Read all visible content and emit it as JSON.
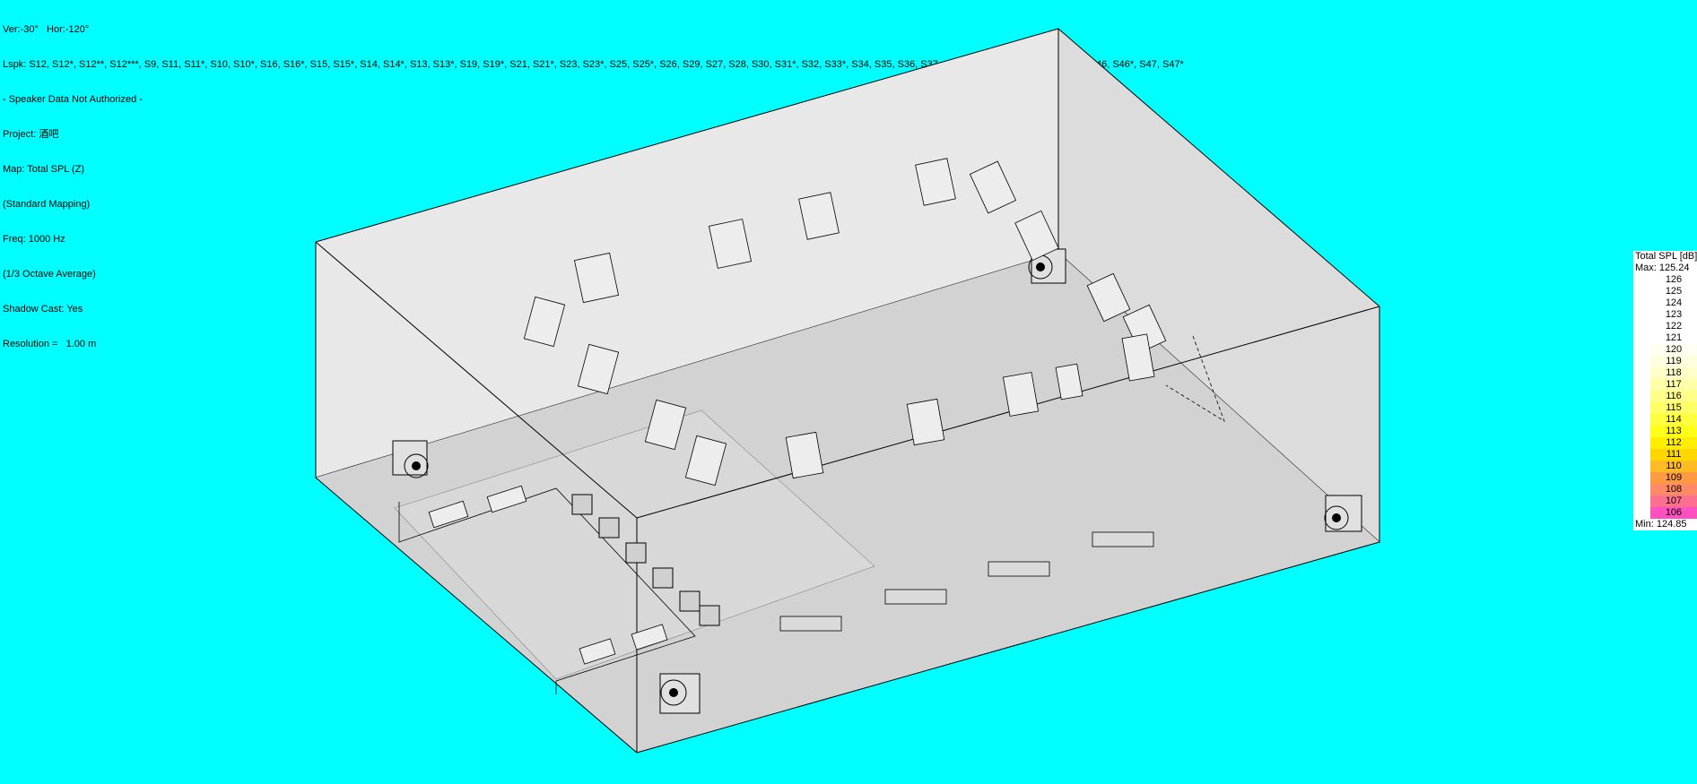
{
  "info": {
    "view": "Ver:-30°   Hor:-120°",
    "loudspeakers": "Lspk: S12, S12*, S12**, S12***, S9, S11, S11*, S10, S10*, S16, S16*, S15, S15*, S14, S14*, S13, S13*, S19, S19*, S21, S21*, S23, S23*, S25, S25*, S26, S29, S27, S28, S30, S31*, S32, S33*, S34, S35, S36, S37, S38, S39, S40, S40*, S45, S45*, S46, S46*, S47, S47*",
    "authorization": "- Speaker Data Not Authorized -",
    "project": "Project: 酒吧",
    "map": "Map: Total SPL (Z)",
    "mapping": "(Standard Mapping)",
    "freq": "Freq: 1000 Hz",
    "averaging": "(1/3 Octave Average)",
    "shadow": "Shadow Cast: Yes",
    "resolution": "Resolution =   1.00 m"
  },
  "legend": {
    "title": "Total SPL [dB]",
    "max": "Max:  125.24",
    "min": "Min:  124.85",
    "levels": [
      {
        "label": "126",
        "color": "#FFFFFF"
      },
      {
        "label": "125",
        "color": "#FFFFFF"
      },
      {
        "label": "124",
        "color": "#FFFFFF"
      },
      {
        "label": "123",
        "color": "#FFFFFF"
      },
      {
        "label": "122",
        "color": "#FFFFFF"
      },
      {
        "label": "121",
        "color": "#FFFFFF"
      },
      {
        "label": "120",
        "color": "#FFFFF2"
      },
      {
        "label": "119",
        "color": "#FFFFE0"
      },
      {
        "label": "118",
        "color": "#FFFFC8"
      },
      {
        "label": "117",
        "color": "#FFFFAA"
      },
      {
        "label": "116",
        "color": "#FFFF88"
      },
      {
        "label": "115",
        "color": "#FFFF66"
      },
      {
        "label": "114",
        "color": "#FFFF40"
      },
      {
        "label": "113",
        "color": "#FFFF1A"
      },
      {
        "label": "112",
        "color": "#FFEE00"
      },
      {
        "label": "111",
        "color": "#FFD700"
      },
      {
        "label": "110",
        "color": "#FFBB22"
      },
      {
        "label": "109",
        "color": "#FF9A44"
      },
      {
        "label": "108",
        "color": "#FF8A66"
      },
      {
        "label": "107",
        "color": "#FF7090"
      },
      {
        "label": "106",
        "color": "#FF50C0"
      }
    ]
  }
}
